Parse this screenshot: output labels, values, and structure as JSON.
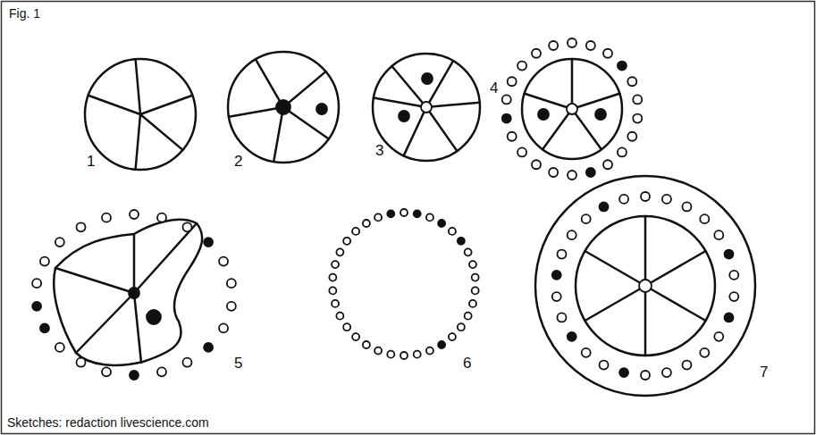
{
  "diagram": {
    "title": "Fig. 1",
    "caption": "Sketches: redaction livescience.com",
    "labels": [
      "1",
      "2",
      "3",
      "4",
      "5",
      "6",
      "7"
    ]
  }
}
